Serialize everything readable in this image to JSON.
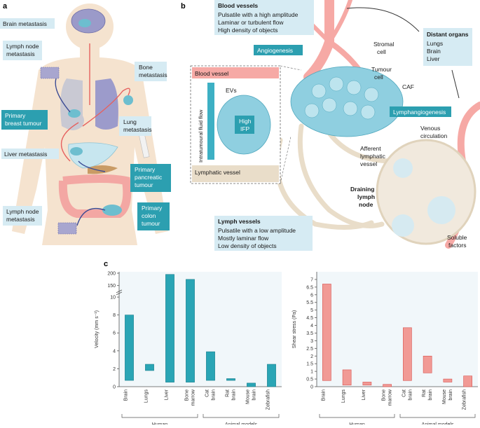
{
  "panel_labels": {
    "a": "a",
    "b": "b",
    "c": "c"
  },
  "panel_a": {
    "labels": {
      "brain_metastasis": "Brain metastasis",
      "lymph_node_metastasis_top": [
        "Lymph node",
        "metastasis"
      ],
      "bone_metastasis": [
        "Bone",
        "metastasis"
      ],
      "primary_breast_tumour": [
        "Primary",
        "breast tumour"
      ],
      "lung_metastasis": [
        "Lung",
        "metastasis"
      ],
      "liver_metastasis": "Liver metastasis",
      "primary_pancreatic_tumour": [
        "Primary",
        "pancreatic",
        "tumour"
      ],
      "lymph_node_metastasis_bottom": [
        "Lymph node",
        "metastasis"
      ],
      "primary_colon_tumour": [
        "Primary",
        "colon",
        "tumour"
      ]
    }
  },
  "panel_b": {
    "blood_vessels": {
      "title": "Blood vessels",
      "items": [
        "Pulsatile with a high amplitude",
        "Laminar or turbulent flow",
        "High density of objects"
      ]
    },
    "lymph_vessels": {
      "title": "Lymph vessels",
      "items": [
        "Pulsatile with a low amplitude",
        "Mostly laminar flow",
        "Low density of objects"
      ]
    },
    "distant_organs": {
      "title": "Distant organs",
      "items": [
        "Lungs",
        "Brain",
        "Liver"
      ]
    },
    "angiogenesis": "Angiogenesis",
    "lymphangiogenesis": "Lymphangiogenesis",
    "stromal_cell": [
      "Stromal",
      "cell"
    ],
    "tumour_cell": [
      "Tumour",
      "cell"
    ],
    "caf": "CAF",
    "blood_vessel": "Blood vessel",
    "lymphatic_vessel": "Lymphatic vessel",
    "evs": "EVs",
    "high_ifp": [
      "High",
      "IFP"
    ],
    "intratumoural_flow": "Intratumoural fluid flow",
    "venous_circulation": [
      "Venous",
      "circulation"
    ],
    "afferent_lymphatic_vessel": [
      "Afferent",
      "lymphatic",
      "vessel"
    ],
    "draining_lymph_node": [
      "Draining",
      "lymph",
      "node"
    ],
    "soluble_factors": [
      "Soluble",
      "factors"
    ]
  },
  "chart_data": [
    {
      "type": "bar",
      "subtype": "floating-range",
      "ylabel": "Velocity (mm s⁻¹)",
      "yticks": [
        "0",
        "2",
        "4",
        "6",
        "8",
        "10",
        "200",
        "150"
      ],
      "ylim": [
        0,
        10
      ],
      "broken_axis_upper": [
        150,
        200
      ],
      "categories": [
        [
          "Brain"
        ],
        [
          "Lungs"
        ],
        [
          "Liver"
        ],
        [
          "Bone",
          "marrow"
        ],
        [
          "Cat",
          "brain"
        ],
        [
          "Rat",
          "brain"
        ],
        [
          "Mouse",
          "brain"
        ],
        [
          "Zebrafish"
        ]
      ],
      "ranges": [
        [
          0.7,
          8.0
        ],
        [
          1.8,
          2.5
        ],
        [
          0.5,
          195
        ],
        [
          0.5,
          175
        ],
        [
          0.7,
          3.9
        ],
        [
          0.7,
          0.9
        ],
        [
          0.0,
          0.4
        ],
        [
          0.0,
          2.5
        ]
      ],
      "groups": [
        {
          "label": "Human",
          "count": 4
        },
        {
          "label": "Animal models",
          "count": 4
        }
      ],
      "color": "#2aa5b5"
    },
    {
      "type": "bar",
      "subtype": "floating-range",
      "ylabel": "Shear stress (Pa)",
      "yticks": [
        "0",
        "0.5",
        "1",
        "1.5",
        "2",
        "2.5",
        "3",
        "3.5",
        "4",
        "4.5",
        "5",
        "5.5",
        "6",
        "6.5",
        "7"
      ],
      "ylim": [
        0,
        7.5
      ],
      "categories": [
        [
          "Brain"
        ],
        [
          "Lungs"
        ],
        [
          "Liver"
        ],
        [
          "Bone",
          "marrow"
        ],
        [
          "Cat",
          "brain"
        ],
        [
          "Rat",
          "brain"
        ],
        [
          "Mouse",
          "brain"
        ],
        [
          "Zebrafish"
        ]
      ],
      "ranges": [
        [
          0.4,
          6.7
        ],
        [
          0.1,
          1.1
        ],
        [
          0.1,
          0.3
        ],
        [
          0.0,
          0.15
        ],
        [
          0.4,
          3.85
        ],
        [
          0.9,
          2.0
        ],
        [
          0.3,
          0.5
        ],
        [
          0.0,
          0.7
        ]
      ],
      "groups": [
        {
          "label": "Human",
          "count": 4
        },
        {
          "label": "Animal models",
          "count": 4
        }
      ],
      "color": "#f19a95"
    }
  ]
}
